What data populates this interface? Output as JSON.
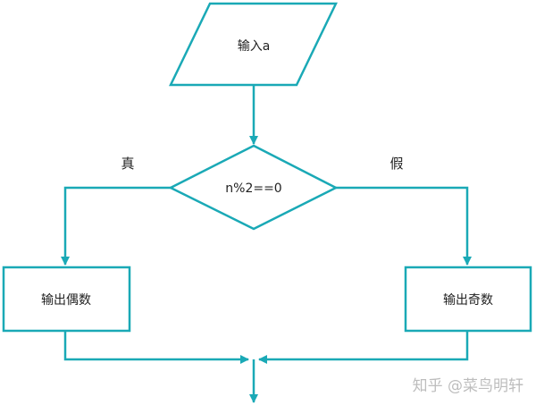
{
  "diagram": {
    "input_label": "输入a",
    "condition_label": "n%2==0",
    "true_label": "真",
    "false_label": "假",
    "even_output_label": "输出偶数",
    "odd_output_label": "输出奇数"
  },
  "watermark": {
    "text": "知乎 @菜鸟明轩"
  },
  "colors": {
    "stroke": "#1aa9b6",
    "text": "#222222",
    "watermark": "#bdbdbd"
  }
}
